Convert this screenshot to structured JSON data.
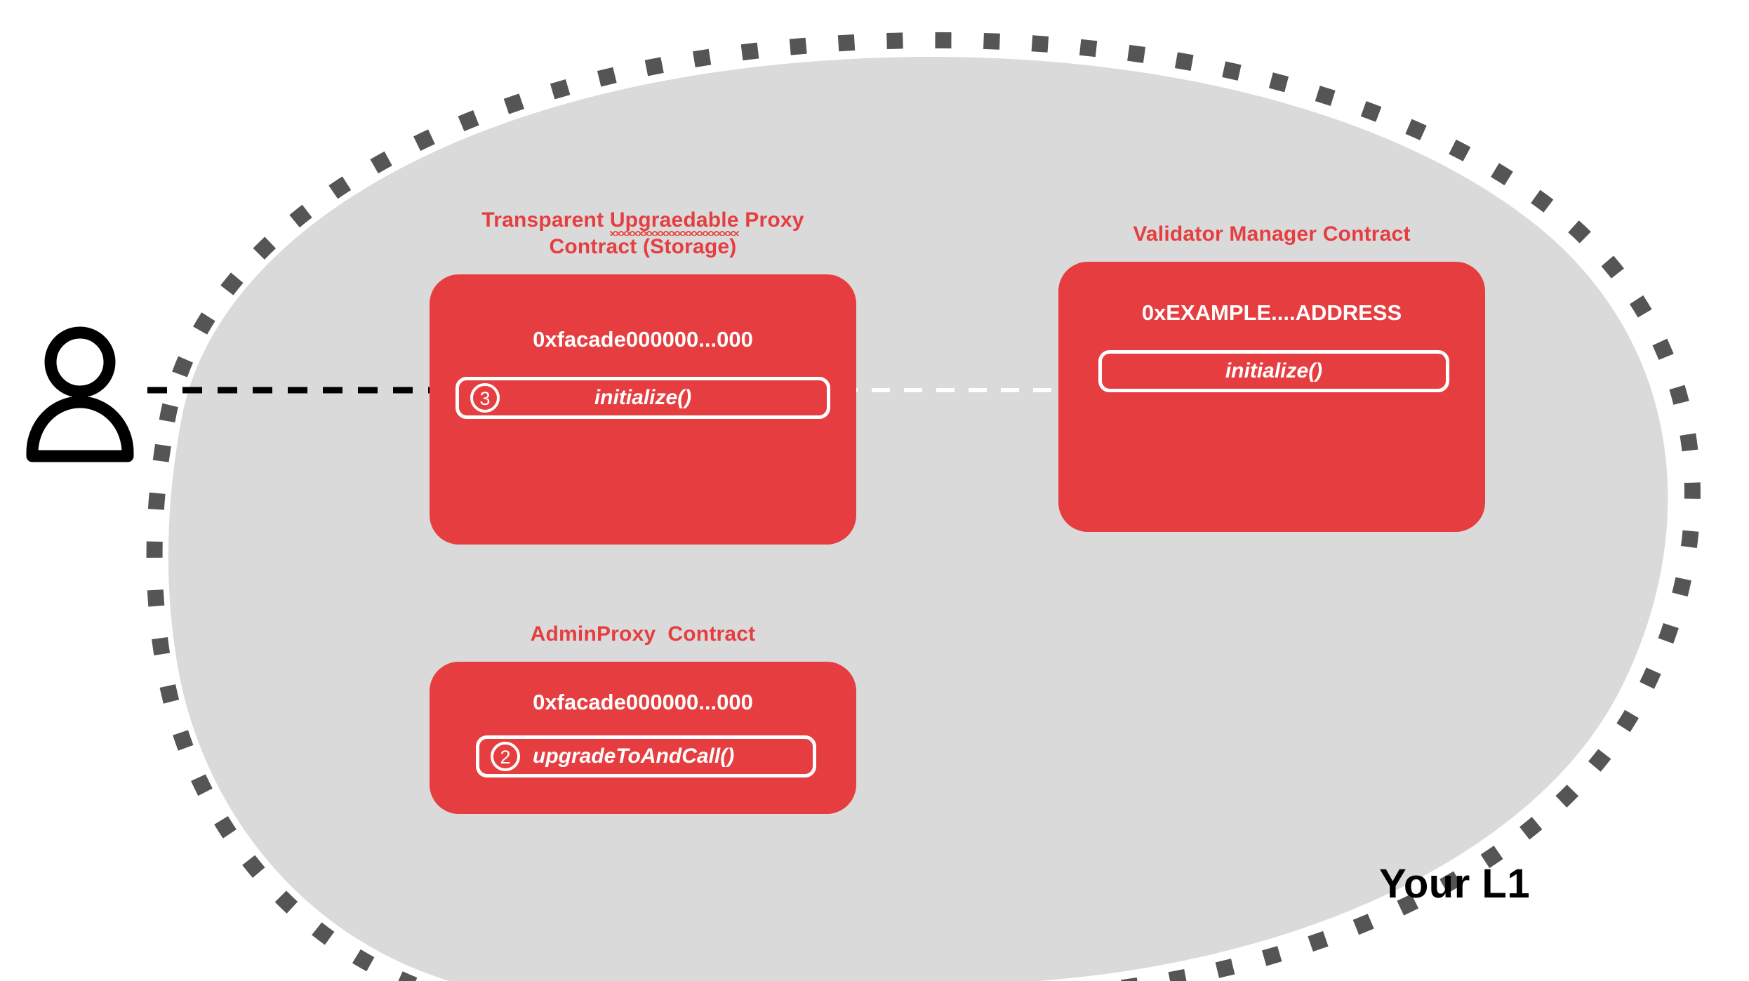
{
  "diagram": {
    "region_label": "Your L1",
    "colors": {
      "contract_red": "#E63E40",
      "region_fill": "#DADADA",
      "region_border_dots": "#555555",
      "text_white": "#FFFFFF",
      "arrow_black": "#000000"
    },
    "actor": {
      "icon": "user-icon"
    },
    "contracts": [
      {
        "id": "transparent-upgradeable-proxy",
        "title_line1": "Transparent Upgraedable Proxy",
        "title_line2": "Contract (Storage)",
        "title_misspelled_word": "Upgraedable",
        "address": "0xfacade000000...000",
        "methods": [
          {
            "step": "3",
            "name": "initialize()"
          }
        ]
      },
      {
        "id": "validator-manager",
        "title_line1": "Validator Manager Contract",
        "title_line2": "",
        "address": "0xEXAMPLE....ADDRESS",
        "methods": [
          {
            "step": "",
            "name": "initialize()"
          }
        ]
      },
      {
        "id": "admin-proxy",
        "title_line1": "AdminProxy  Contract",
        "title_line2": "",
        "address": "0xfacade000000...000",
        "methods": [
          {
            "step": "2",
            "name": "upgradeToAndCall()"
          }
        ]
      }
    ],
    "arrows": [
      {
        "id": "user-to-proxy",
        "style": "dashed",
        "color": "#000000",
        "head": "solid"
      },
      {
        "id": "proxy-to-validator-manager",
        "style": "dashed",
        "color": "#FFFFFF",
        "head": "open"
      }
    ]
  }
}
